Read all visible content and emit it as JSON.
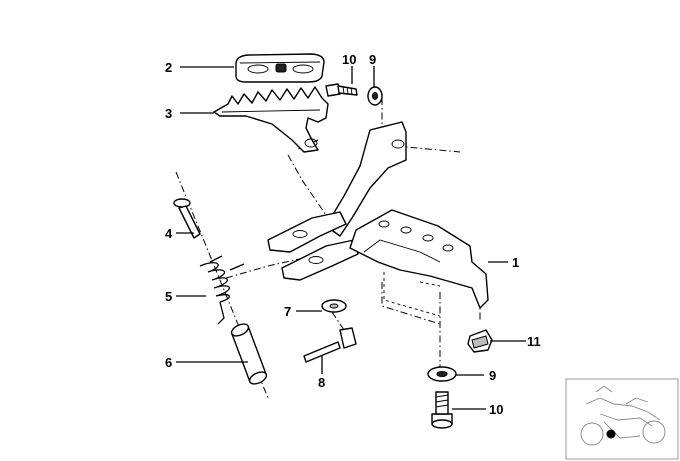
{
  "diagram": {
    "callouts": [
      {
        "id": "c2",
        "label": "2"
      },
      {
        "id": "c3",
        "label": "3"
      },
      {
        "id": "c10a",
        "label": "10"
      },
      {
        "id": "c9a",
        "label": "9"
      },
      {
        "id": "c1",
        "label": "1"
      },
      {
        "id": "c4",
        "label": "4"
      },
      {
        "id": "c5",
        "label": "5"
      },
      {
        "id": "c6",
        "label": "6"
      },
      {
        "id": "c7",
        "label": "7"
      },
      {
        "id": "c8",
        "label": "8"
      },
      {
        "id": "c11",
        "label": "11"
      },
      {
        "id": "c9b",
        "label": "9"
      },
      {
        "id": "c10b",
        "label": "10"
      }
    ],
    "parts": [
      {
        "number": "1",
        "name": "footrest-bracket"
      },
      {
        "number": "2",
        "name": "footrest-rubber"
      },
      {
        "number": "3",
        "name": "footrest"
      },
      {
        "number": "4",
        "name": "pin"
      },
      {
        "number": "5",
        "name": "spring"
      },
      {
        "number": "6",
        "name": "bushing"
      },
      {
        "number": "7",
        "name": "washer"
      },
      {
        "number": "8",
        "name": "cotter-pin"
      },
      {
        "number": "9",
        "name": "washer"
      },
      {
        "number": "10",
        "name": "bolt"
      },
      {
        "number": "11",
        "name": "rubber-buffer"
      }
    ],
    "colors": {
      "line": "#000000",
      "background": "#ffffff",
      "thumbnail_border": "#999999"
    }
  }
}
